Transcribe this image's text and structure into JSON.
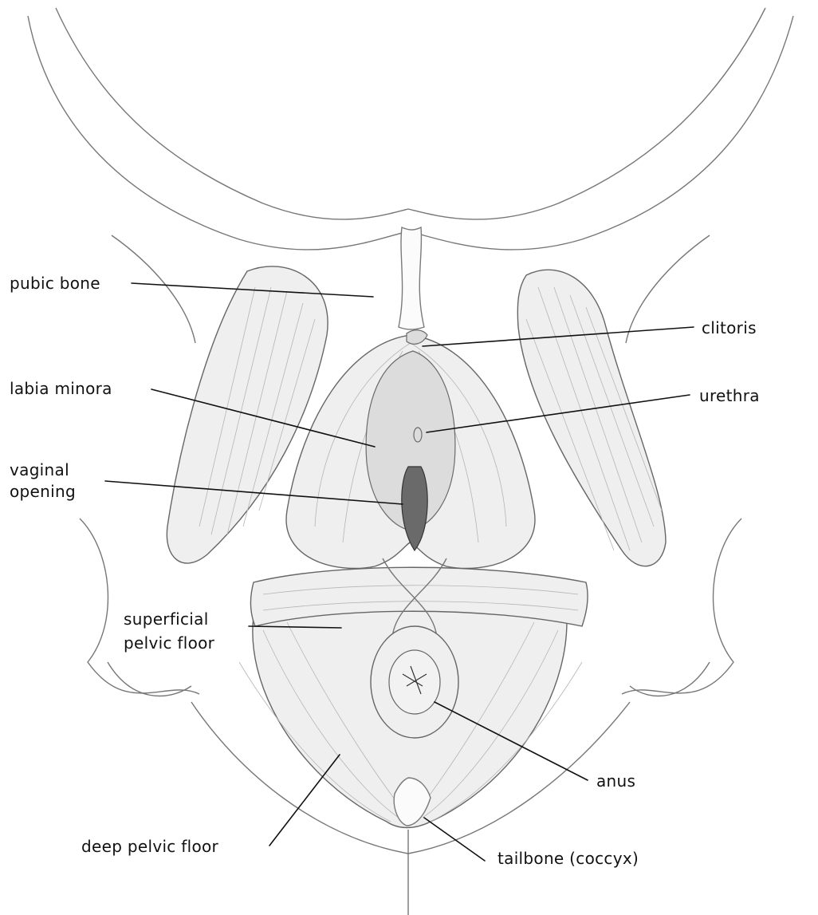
{
  "labels": {
    "pubic_bone": "pubic bone",
    "clitoris": "clitoris",
    "labia_minora": "labia minora",
    "urethra": "urethra",
    "vaginal_opening_line1": "vaginal",
    "vaginal_opening_line2": "opening",
    "superficial_line1": "superficial",
    "superficial_line2": "pelvic floor",
    "deep_pelvic_floor": "deep pelvic floor",
    "anus": "anus",
    "tailbone": "tailbone (coccyx)"
  },
  "colors": {
    "line": "#111111",
    "outline": "#777777",
    "muscle_fill": "#efefef",
    "background": "#ffffff"
  }
}
